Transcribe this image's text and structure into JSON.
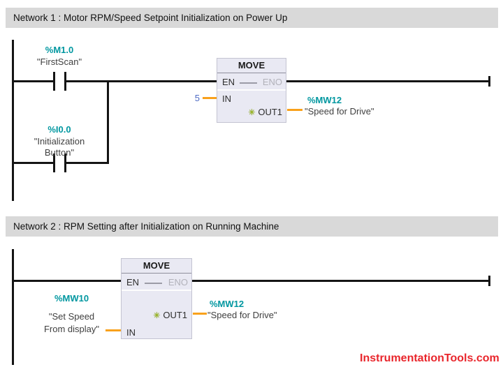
{
  "editor": {
    "networks": [
      {
        "title": "Network 1 : Motor RPM/Speed Setpoint Initialization on Power Up",
        "contact1": {
          "address": "%M1.0",
          "name": "\"FirstScan\""
        },
        "contact2": {
          "address": "%I0.0",
          "name_line1": "\"Initialization",
          "name_line2": "Button\""
        },
        "move_block": {
          "title": "MOVE",
          "pin_en": "EN",
          "pin_eno": "ENO",
          "pin_in": "IN",
          "pin_out": "OUT1",
          "in_value": "5",
          "out_operand_address": "%MW12",
          "out_operand_name": "\"Speed for Drive\""
        }
      },
      {
        "title": "Network 2 : RPM Setting after Initialization on Running Machine",
        "move_block": {
          "title": "MOVE",
          "pin_en": "EN",
          "pin_eno": "ENO",
          "pin_in": "IN",
          "pin_out": "OUT1",
          "in_operand_address": "%MW10",
          "in_operand_name_line1": "\"Set Speed",
          "in_operand_name_line2": "From display\"",
          "out_operand_address": "%MW12",
          "out_operand_name": "\"Speed for Drive\""
        }
      }
    ],
    "icons": {
      "output_asterisk": "✳"
    },
    "watermark": "InstrumentationTools.com",
    "colors": {
      "operand_address_teal": "#0097a0",
      "operand_name_gray": "#3f3f3f",
      "wire_orange": "#f9a11b",
      "constant_blue": "#4e6bc4",
      "watermark_red": "#e9262c",
      "network_bar_gray": "#d9d9d9",
      "block_fill_lavender": "#e9e9f3",
      "wire_black": "#141414"
    }
  }
}
